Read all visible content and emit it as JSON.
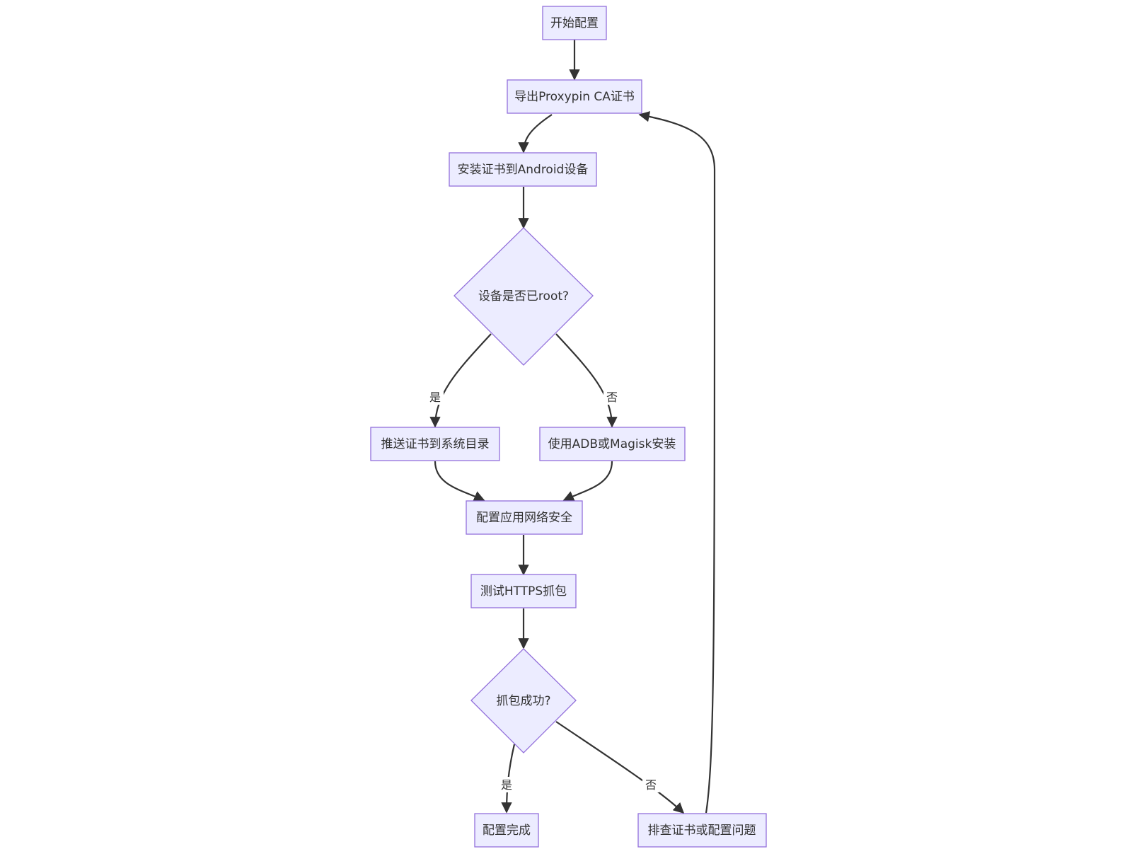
{
  "nodes": {
    "start": "开始配置",
    "export": "导出Proxypin CA证书",
    "install": "安装证书到Android设备",
    "rooted": "设备是否已root?",
    "push": "推送证书到系统目录",
    "adb": "使用ADB或Magisk安装",
    "netsec": "配置应用网络安全",
    "test": "测试HTTPS抓包",
    "success": "抓包成功?",
    "done": "配置完成",
    "debug": "排查证书或配置问题"
  },
  "edges": {
    "rooted_yes": "是",
    "rooted_no": "否",
    "success_yes": "是",
    "success_no": "否"
  },
  "colors": {
    "node_fill": "#ECECFF",
    "node_stroke": "#9370DB",
    "edge": "#333333"
  }
}
